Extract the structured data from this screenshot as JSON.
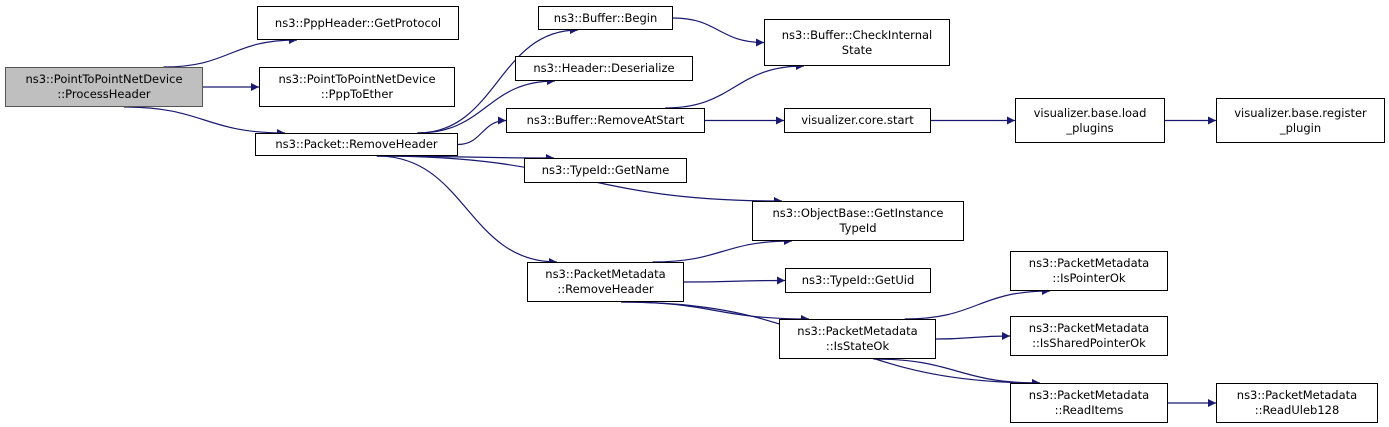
{
  "graph": {
    "type": "call-graph",
    "edge_color": "#191970",
    "root_fill": "#bfbfbf",
    "nodes": [
      {
        "id": "processheader",
        "lines": [
          "ns3::PointToPointNetDevice",
          "::ProcessHeader"
        ],
        "root": true
      },
      {
        "id": "getprotocol",
        "lines": [
          "ns3::PppHeader::GetProtocol"
        ]
      },
      {
        "id": "ppptoether",
        "lines": [
          "ns3::PointToPointNetDevice",
          "::PppToEther"
        ]
      },
      {
        "id": "packet-removeheader",
        "lines": [
          "ns3::Packet::RemoveHeader"
        ]
      },
      {
        "id": "buffer-begin",
        "lines": [
          "ns3::Buffer::Begin"
        ]
      },
      {
        "id": "header-deserialize",
        "lines": [
          "ns3::Header::Deserialize"
        ]
      },
      {
        "id": "buffer-removeatstart",
        "lines": [
          "ns3::Buffer::RemoveAtStart"
        ]
      },
      {
        "id": "typeid-getname",
        "lines": [
          "ns3::TypeId::GetName"
        ]
      },
      {
        "id": "buffer-checkinternalstate",
        "lines": [
          "ns3::Buffer::CheckInternal",
          "State"
        ]
      },
      {
        "id": "visualizer-core-start",
        "lines": [
          "visualizer.core.start"
        ]
      },
      {
        "id": "visualizer-load-plugins",
        "lines": [
          "visualizer.base.load",
          "_plugins"
        ]
      },
      {
        "id": "visualizer-register-plugin",
        "lines": [
          "visualizer.base.register",
          "_plugin"
        ]
      },
      {
        "id": "getinstancetypeid",
        "lines": [
          "ns3::ObjectBase::GetInstance",
          "TypeId"
        ]
      },
      {
        "id": "metadata-removeheader",
        "lines": [
          "ns3::PacketMetadata",
          "::RemoveHeader"
        ]
      },
      {
        "id": "typeid-getuid",
        "lines": [
          "ns3::TypeId::GetUid"
        ]
      },
      {
        "id": "isstateok",
        "lines": [
          "ns3::PacketMetadata",
          "::IsStateOk"
        ]
      },
      {
        "id": "ispointerok",
        "lines": [
          "ns3::PacketMetadata",
          "::IsPointerOk"
        ]
      },
      {
        "id": "issharedpointerok",
        "lines": [
          "ns3::PacketMetadata",
          "::IsSharedPointerOk"
        ]
      },
      {
        "id": "readitems",
        "lines": [
          "ns3::PacketMetadata",
          "::ReadItems"
        ]
      },
      {
        "id": "readuleb128",
        "lines": [
          "ns3::PacketMetadata",
          "::ReadUleb128"
        ]
      }
    ],
    "edges": [
      [
        "processheader",
        "getprotocol"
      ],
      [
        "processheader",
        "ppptoether"
      ],
      [
        "processheader",
        "packet-removeheader"
      ],
      [
        "packet-removeheader",
        "buffer-begin"
      ],
      [
        "packet-removeheader",
        "header-deserialize"
      ],
      [
        "packet-removeheader",
        "buffer-removeatstart"
      ],
      [
        "packet-removeheader",
        "typeid-getname"
      ],
      [
        "packet-removeheader",
        "getinstancetypeid"
      ],
      [
        "packet-removeheader",
        "metadata-removeheader"
      ],
      [
        "buffer-begin",
        "buffer-checkinternalstate"
      ],
      [
        "buffer-removeatstart",
        "buffer-checkinternalstate"
      ],
      [
        "buffer-removeatstart",
        "visualizer-core-start"
      ],
      [
        "visualizer-core-start",
        "visualizer-load-plugins"
      ],
      [
        "visualizer-load-plugins",
        "visualizer-register-plugin"
      ],
      [
        "metadata-removeheader",
        "getinstancetypeid"
      ],
      [
        "metadata-removeheader",
        "typeid-getuid"
      ],
      [
        "metadata-removeheader",
        "isstateok"
      ],
      [
        "metadata-removeheader",
        "readitems"
      ],
      [
        "isstateok",
        "ispointerok"
      ],
      [
        "isstateok",
        "issharedpointerok"
      ],
      [
        "isstateok",
        "readitems"
      ],
      [
        "readitems",
        "readuleb128"
      ]
    ]
  }
}
